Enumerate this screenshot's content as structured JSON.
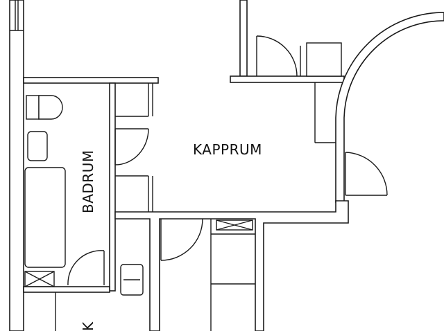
{
  "rooms": {
    "kapprum": "KAPPRUM",
    "badrum": "BADRUM",
    "partial_label": "K"
  },
  "colors": {
    "line": "#1a1a1a",
    "background": "#ffffff"
  }
}
